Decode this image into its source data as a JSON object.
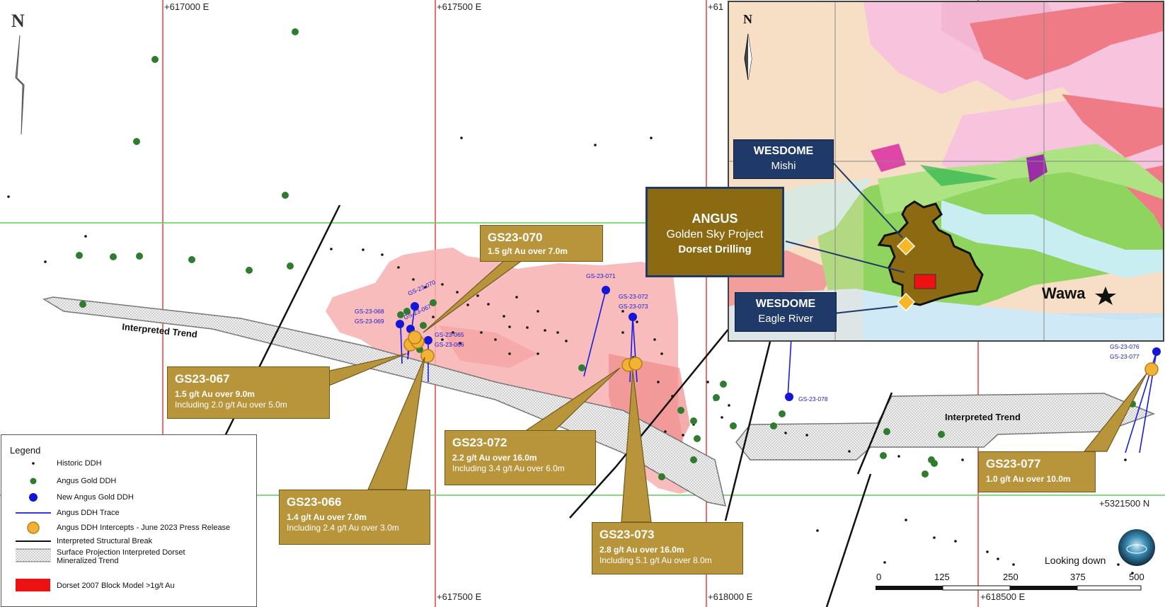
{
  "grid": {
    "easting_labels": [
      "+617000 E",
      "+617500 E",
      "+61",
      "+617500 E",
      "+618000 E",
      "+618500 E"
    ],
    "northing_label": "+5321500 N"
  },
  "north_arrow": {
    "letter": "N"
  },
  "trend_labels": [
    "Interpreted Trend",
    "Interpreted Trend"
  ],
  "holes": {
    "labels": [
      "GS-23-068",
      "GS-23-069",
      "GS-23-070",
      "GS-23-067",
      "GS-23-065",
      "GS-23-066",
      "GS-23-071",
      "GS-23-072",
      "GS-23-073",
      "GS-23-078",
      "GS-23-076",
      "GS-23-077"
    ]
  },
  "callouts": [
    {
      "title": "GS23-070",
      "line1": "1.5 g/t Au over 7.0m",
      "line2": ""
    },
    {
      "title": "GS23-067",
      "line1": "1.5 g/t Au over 9.0m",
      "line2": "Including 2.0 g/t Au over 5.0m"
    },
    {
      "title": "GS23-066",
      "line1": "1.4 g/t Au over 7.0m",
      "line2": "Including 2.4 g/t Au over 3.0m"
    },
    {
      "title": "GS23-072",
      "line1": "2.2 g/t Au over 16.0m",
      "line2": "Including 3.4 g/t Au over 6.0m"
    },
    {
      "title": "GS23-073",
      "line1": "2.8 g/t Au over 16.0m",
      "line2": "Including 5.1 g/t Au over 8.0m"
    },
    {
      "title": "GS23-077",
      "line1": "1.0 g/t Au over 10.0m",
      "line2": ""
    }
  ],
  "legend": {
    "title": "Legend",
    "items": [
      "Historic DDH",
      "Angus Gold DDH",
      "New Angus Gold DDH",
      "Angus DDH Trace",
      "Angus DDH Intercepts - June 2023 Press Release",
      "Interpreted Structural Break",
      "Surface Projection Interpreted Dorset Mineralized Trend",
      "Dorset 2007 Block Model >1g/t Au"
    ]
  },
  "inset": {
    "north": "N",
    "wesdome_mishi": {
      "title": "WESDOME",
      "sub": "Mishi"
    },
    "wesdome_eagle": {
      "title": "WESDOME",
      "sub": "Eagle River"
    },
    "angus": {
      "title": "ANGUS",
      "sub": "Golden Sky Project",
      "detail": "Dorset Drilling"
    },
    "town": "Wawa"
  },
  "scale_bar": {
    "ticks": [
      "0",
      "125",
      "250",
      "375",
      "500"
    ],
    "view": "Looking down"
  },
  "colors": {
    "grid_red": "#e04040",
    "grid_green": "#5ad05a",
    "block_model": "#f4a4a4",
    "callout_gold": "#b8943a",
    "intercept": "#f2b233",
    "new_ddh": "#1515d8",
    "angus_ddh": "#2e7d2e",
    "wesdome_navy": "#1f3a68"
  }
}
